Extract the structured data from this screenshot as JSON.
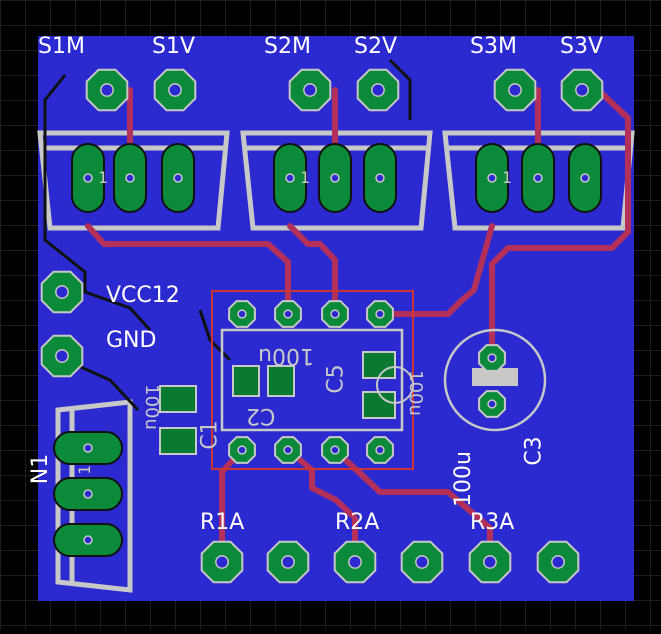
{
  "board": {
    "colors": {
      "background": "#000000",
      "grid": "#3a3a3a",
      "copper_bottom": "#2a2ad0",
      "trace_top": "#b3305a",
      "pad_ring": "#0b8a3a",
      "silkscreen": "#c8c8c8",
      "outline": "#cc3333"
    }
  },
  "labels": {
    "s1m": "S1M",
    "s1v": "S1V",
    "s2m": "S2M",
    "s2v": "S2V",
    "s3m": "S3M",
    "s3v": "S3V",
    "vcc12": "VCC12",
    "gnd": "GND",
    "r1a": "R1A",
    "r2a": "R2A",
    "r3a": "R3A",
    "n1": "N1",
    "c1": "C1",
    "c2": "C2",
    "c3": "C3",
    "c2_value": "100u",
    "c3_value": "100u",
    "c1_value": "100u",
    "c_top_value": "100u",
    "c_side": "C5",
    "pin_marker_1": "1"
  }
}
